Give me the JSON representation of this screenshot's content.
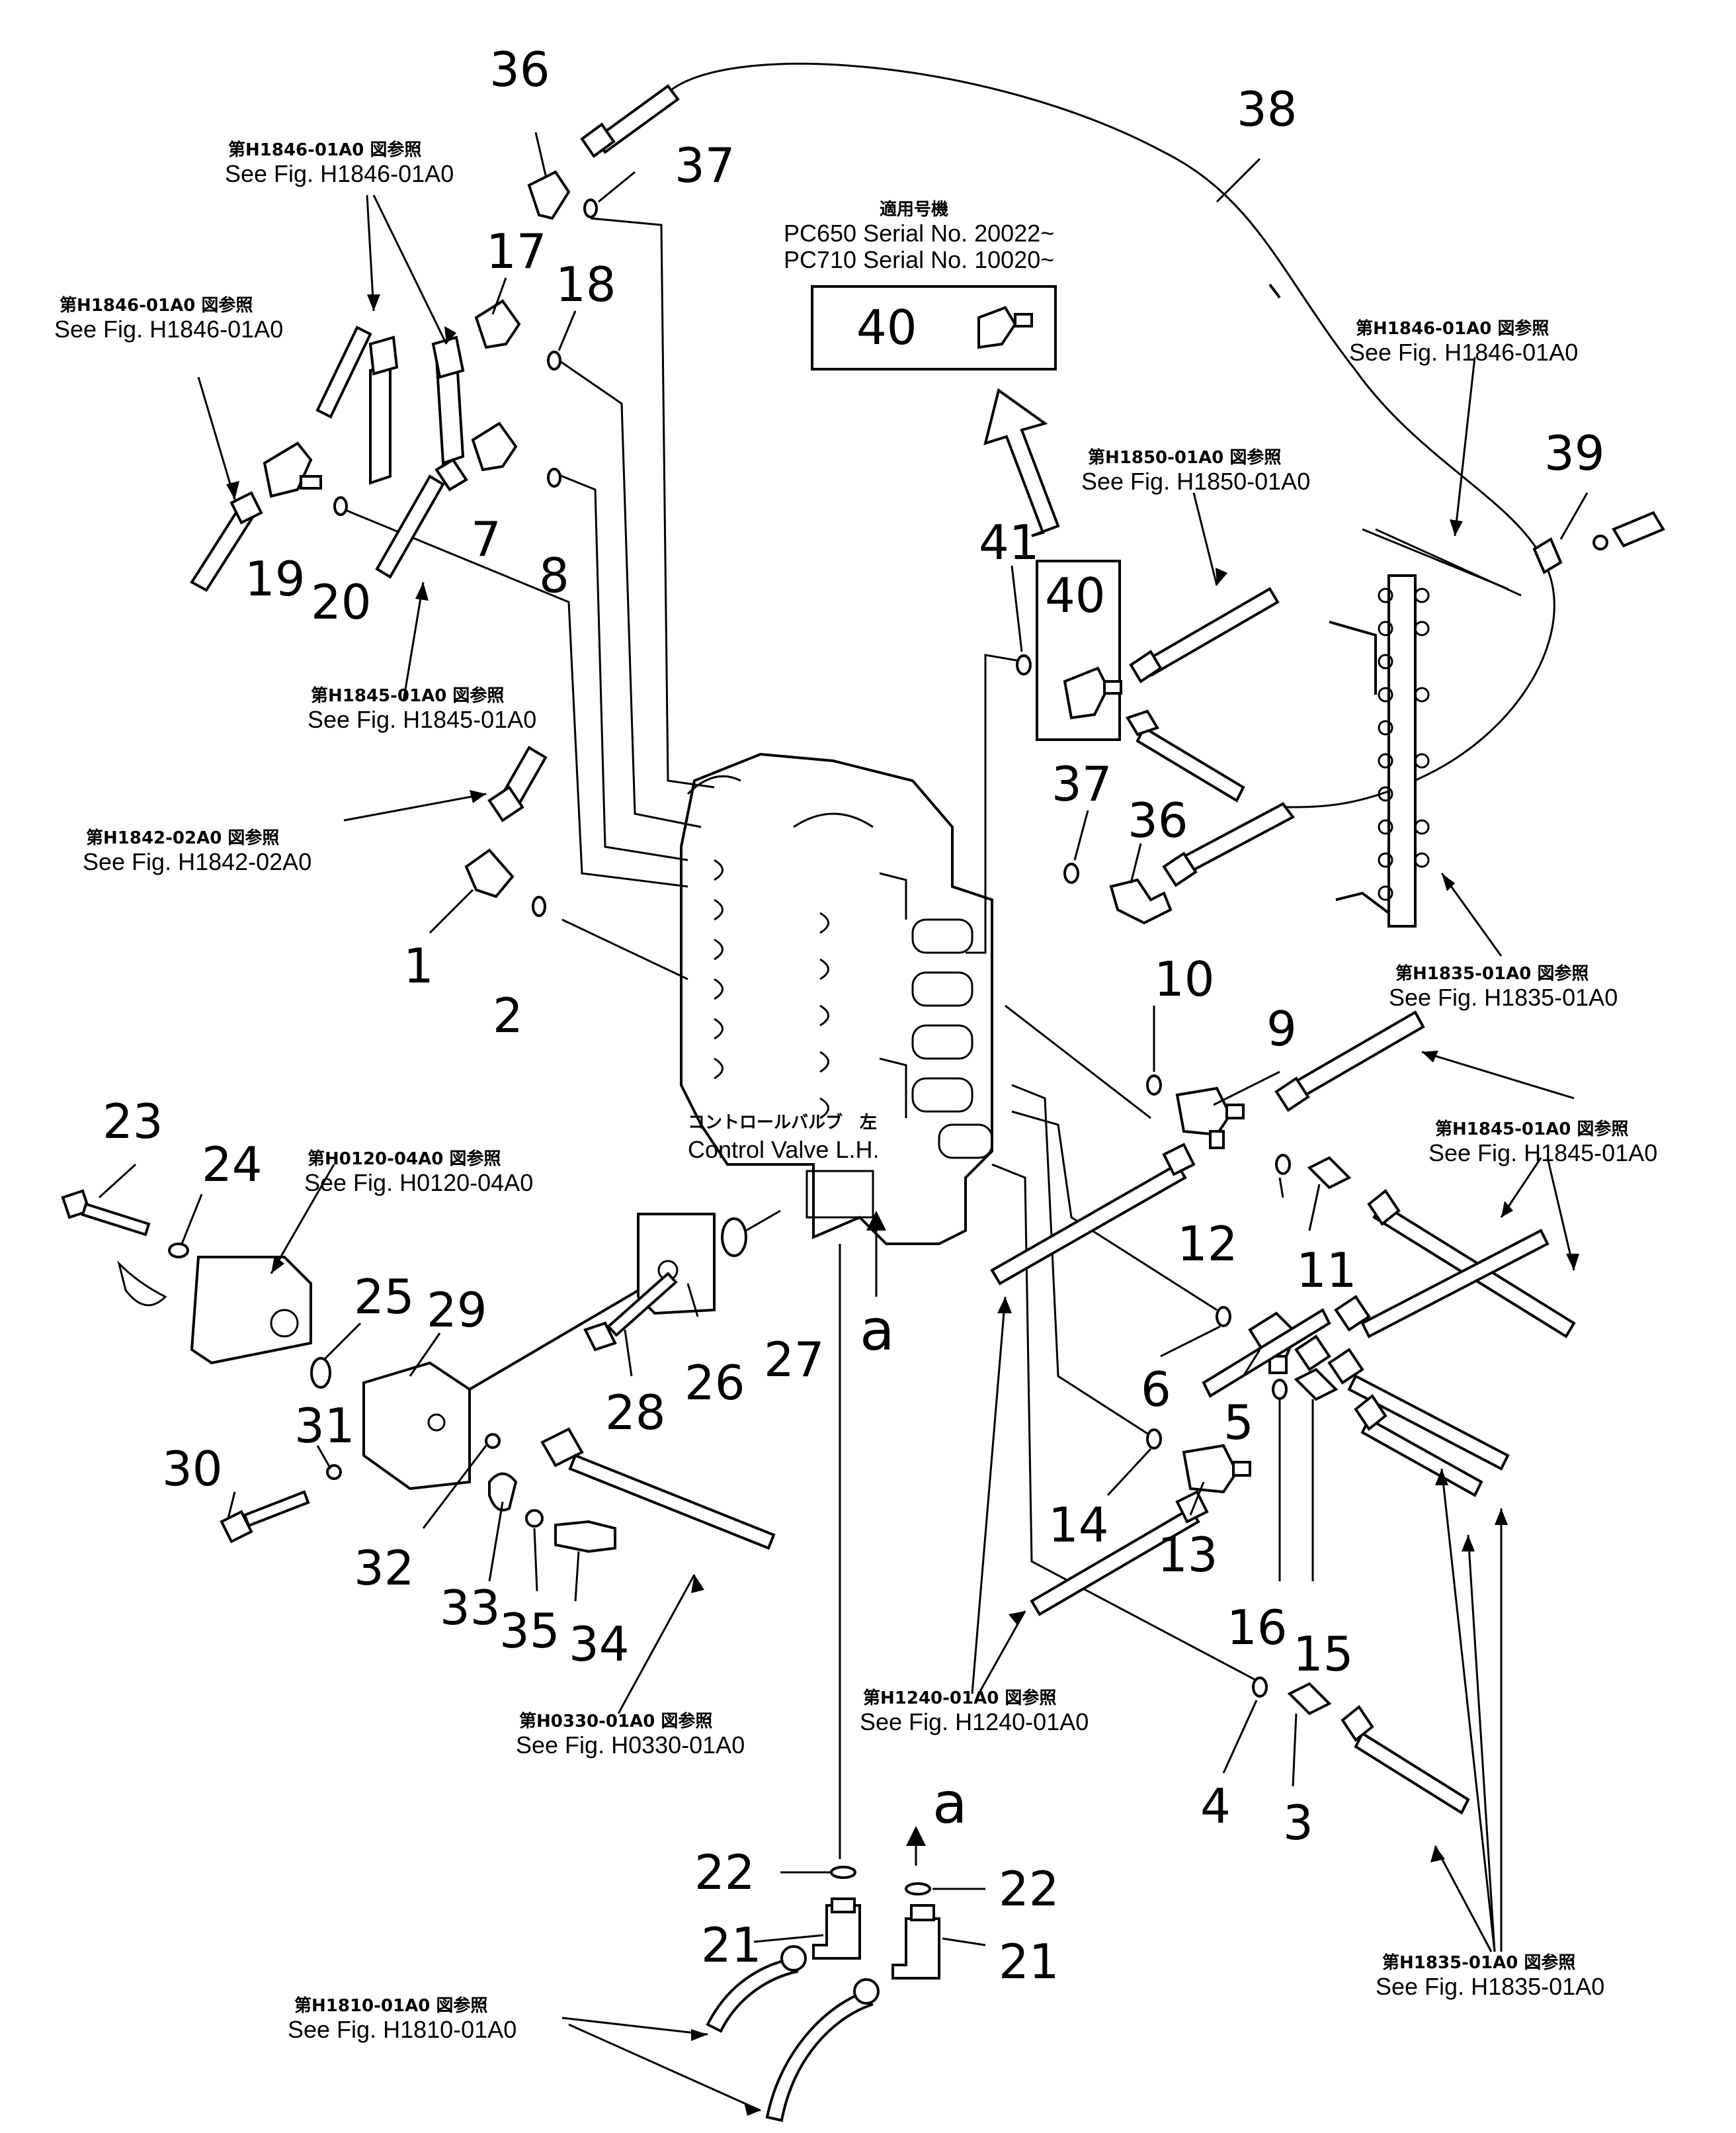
{
  "diagram": {
    "title_part": "Control Valve L.H.",
    "applicability": {
      "heading_jp": "適用号機",
      "rows": [
        "PC650  Serial  No.  20022~",
        "PC710  Serial  No.  10020~"
      ],
      "inset_part": "40"
    },
    "main_body_label": {
      "jp": "コントロールバルブ　左",
      "en": "Control  Valve  L.H."
    },
    "view_markers": [
      "a",
      "a"
    ],
    "refs": [
      {
        "id": "ref-h1846-top",
        "jp": "第H1846-01A0 図参照",
        "en": "See Fig. H1846-01A0"
      },
      {
        "id": "ref-h1846-left",
        "jp": "第H1846-01A0 図参照",
        "en": "See Fig. H1846-01A0"
      },
      {
        "id": "ref-h1846-right",
        "jp": "第H1846-01A0 図参照",
        "en": "See Fig. H1846-01A0"
      },
      {
        "id": "ref-h1850",
        "jp": "第H1850-01A0 図参照",
        "en": "See Fig. H1850-01A0"
      },
      {
        "id": "ref-h1845-left",
        "jp": "第H1845-01A0 図参照",
        "en": "See Fig. H1845-01A0"
      },
      {
        "id": "ref-h1842",
        "jp": "第H1842-02A0 図参照",
        "en": "See Fig. H1842-02A0"
      },
      {
        "id": "ref-h1835-upper",
        "jp": "第H1835-01A0 図参照",
        "en": "See Fig. H1835-01A0"
      },
      {
        "id": "ref-h1845-right",
        "jp": "第H1845-01A0 図参照",
        "en": "See Fig. H1845-01A0"
      },
      {
        "id": "ref-h0120",
        "jp": "第H0120-04A0 図参照",
        "en": "See Fig. H0120-04A0"
      },
      {
        "id": "ref-h1240",
        "jp": "第H1240-01A0 図参照",
        "en": "See Fig. H1240-01A0"
      },
      {
        "id": "ref-h0330",
        "jp": "第H0330-01A0 図参照",
        "en": "See Fig. H0330-01A0"
      },
      {
        "id": "ref-h1835-lower",
        "jp": "第H1835-01A0 図参照",
        "en": "See Fig. H1835-01A0"
      },
      {
        "id": "ref-h1810",
        "jp": "第H1810-01A0 図参照",
        "en": "See Fig. H1810-01A0"
      }
    ],
    "callouts": [
      "1",
      "2",
      "3",
      "4",
      "5",
      "6",
      "7",
      "8",
      "9",
      "10",
      "11",
      "12",
      "13",
      "14",
      "15",
      "16",
      "17",
      "18",
      "19",
      "20",
      "21",
      "21",
      "22",
      "22",
      "23",
      "24",
      "25",
      "26",
      "27",
      "28",
      "29",
      "30",
      "31",
      "32",
      "33",
      "34",
      "35",
      "36",
      "36",
      "37",
      "37",
      "38",
      "39",
      "40",
      "40",
      "41"
    ]
  }
}
